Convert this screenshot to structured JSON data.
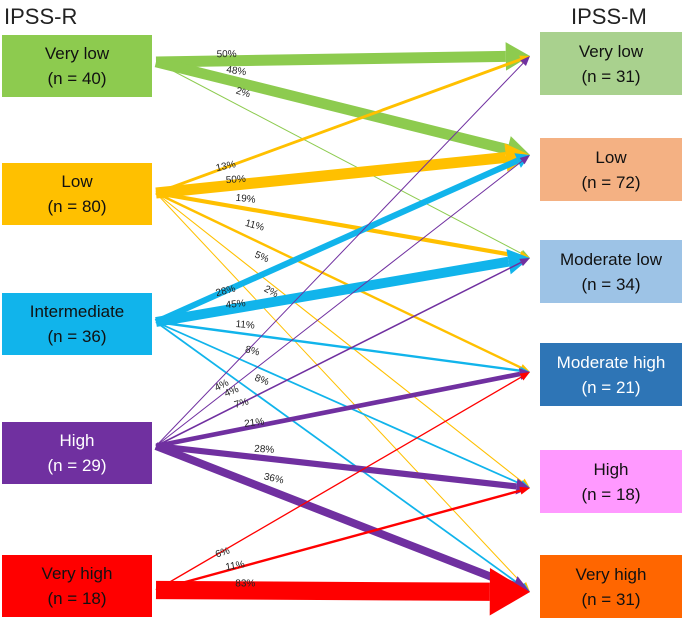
{
  "titles": {
    "left": "IPSS-R",
    "right": "IPSS-M"
  },
  "source_groups": [
    {
      "id": "very_low",
      "name": "Very low",
      "count": "(n = 40)",
      "color": "#8DCB4F",
      "text_color": "#111111"
    },
    {
      "id": "low",
      "name": "Low",
      "count": "(n = 80)",
      "color": "#FFC000",
      "text_color": "#111111"
    },
    {
      "id": "intermediate",
      "name": "Intermediate",
      "count": "(n = 36)",
      "color": "#11B4EB",
      "text_color": "#111111"
    },
    {
      "id": "high",
      "name": "High",
      "count": "(n = 29)",
      "color": "#7030A0",
      "text_color": "#ffffff"
    },
    {
      "id": "very_high",
      "name": "Very high",
      "count": "(n = 18)",
      "color": "#FF0000",
      "text_color": "#111111"
    }
  ],
  "target_groups": [
    {
      "id": "very_low",
      "name": "Very low",
      "count": "(n = 31)",
      "color": "#A9D18E",
      "text_color": "#111111"
    },
    {
      "id": "low",
      "name": "Low",
      "count": "(n = 72)",
      "color": "#F4B183",
      "text_color": "#111111"
    },
    {
      "id": "moderate_low",
      "name": "Moderate low",
      "count": "(n = 34)",
      "color": "#9DC3E6",
      "text_color": "#111111"
    },
    {
      "id": "moderate_high",
      "name": "Moderate high",
      "count": "(n = 21)",
      "color": "#2E75B6",
      "text_color": "#ffffff"
    },
    {
      "id": "high",
      "name": "High",
      "count": "(n = 18)",
      "color": "#FF99FF",
      "text_color": "#111111"
    },
    {
      "id": "very_high",
      "name": "Very high",
      "count": "(n = 31)",
      "color": "#FF6600",
      "text_color": "#111111"
    }
  ],
  "flows": [
    {
      "from": 0,
      "to": 0,
      "pct": 50,
      "label": "50%"
    },
    {
      "from": 0,
      "to": 1,
      "pct": 48,
      "label": "48%"
    },
    {
      "from": 0,
      "to": 2,
      "pct": 2,
      "label": "2%"
    },
    {
      "from": 1,
      "to": 0,
      "pct": 13,
      "label": "13%"
    },
    {
      "from": 1,
      "to": 1,
      "pct": 50,
      "label": "50%"
    },
    {
      "from": 1,
      "to": 2,
      "pct": 19,
      "label": "19%"
    },
    {
      "from": 1,
      "to": 3,
      "pct": 11,
      "label": "11%"
    },
    {
      "from": 1,
      "to": 4,
      "pct": 5,
      "label": "5%"
    },
    {
      "from": 1,
      "to": 5,
      "pct": 2,
      "label": "2%"
    },
    {
      "from": 2,
      "to": 1,
      "pct": 28,
      "label": "28%"
    },
    {
      "from": 2,
      "to": 2,
      "pct": 45,
      "label": "45%"
    },
    {
      "from": 2,
      "to": 3,
      "pct": 11,
      "label": "11%"
    },
    {
      "from": 2,
      "to": 4,
      "pct": 8,
      "label": "8%"
    },
    {
      "from": 2,
      "to": 5,
      "pct": 8,
      "label": "8%"
    },
    {
      "from": 3,
      "to": 0,
      "pct": 4,
      "label": "4%"
    },
    {
      "from": 3,
      "to": 1,
      "pct": 4,
      "label": "4%"
    },
    {
      "from": 3,
      "to": 2,
      "pct": 7,
      "label": "7%"
    },
    {
      "from": 3,
      "to": 3,
      "pct": 21,
      "label": "21%"
    },
    {
      "from": 3,
      "to": 4,
      "pct": 28,
      "label": "28%"
    },
    {
      "from": 3,
      "to": 5,
      "pct": 36,
      "label": "36%"
    },
    {
      "from": 4,
      "to": 3,
      "pct": 6,
      "label": "6%"
    },
    {
      "from": 4,
      "to": 4,
      "pct": 11,
      "label": "11%"
    },
    {
      "from": 4,
      "to": 5,
      "pct": 83,
      "label": "83%"
    }
  ]
}
